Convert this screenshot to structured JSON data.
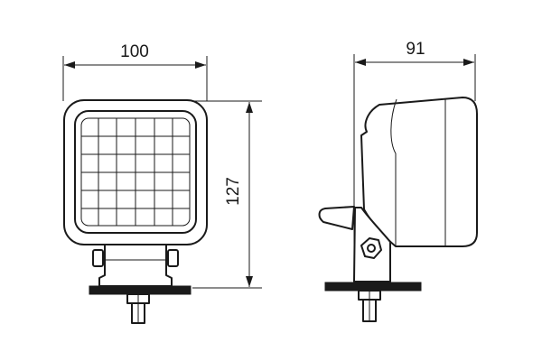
{
  "dimensions": {
    "width_label": "100",
    "height_label": "127",
    "depth_label": "91"
  },
  "colors": {
    "line": "#1a1a1a",
    "background": "#ffffff"
  }
}
